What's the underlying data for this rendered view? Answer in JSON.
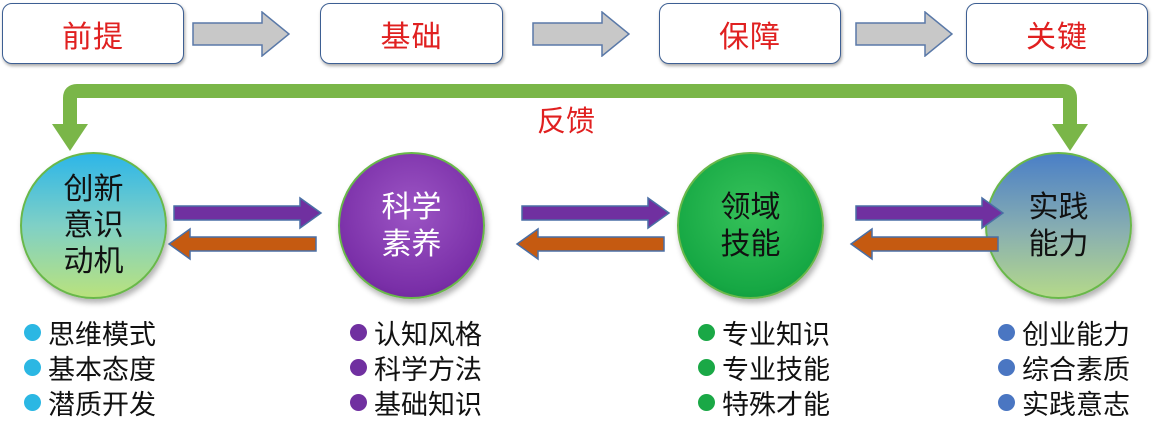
{
  "top_flow": {
    "steps": [
      {
        "label": "前提"
      },
      {
        "label": "基础"
      },
      {
        "label": "保障"
      },
      {
        "label": "关键"
      }
    ],
    "arrow_color": "#c8c8c8"
  },
  "feedback": {
    "label": "反馈",
    "color": "#7ab648"
  },
  "circles": [
    {
      "lines": [
        "创新",
        "意识",
        "动机"
      ],
      "list": [
        "思维模式",
        "基本态度",
        "潜质开发"
      ],
      "dot_color": "#2bb7e3"
    },
    {
      "lines": [
        "科学",
        "素养"
      ],
      "list": [
        "认知风格",
        "科学方法",
        "基础知识"
      ],
      "dot_color": "#7030a0"
    },
    {
      "lines": [
        "领域",
        "技能"
      ],
      "list": [
        "专业知识",
        "专业技能",
        "特殊才能"
      ],
      "dot_color": "#1aa846"
    },
    {
      "lines": [
        "实践",
        "能力"
      ],
      "list": [
        "创业能力",
        "综合素质",
        "实践意志"
      ],
      "dot_color": "#4a76c2"
    }
  ],
  "connector_colors": {
    "forward": "#7030a0",
    "backward": "#c55a11"
  }
}
